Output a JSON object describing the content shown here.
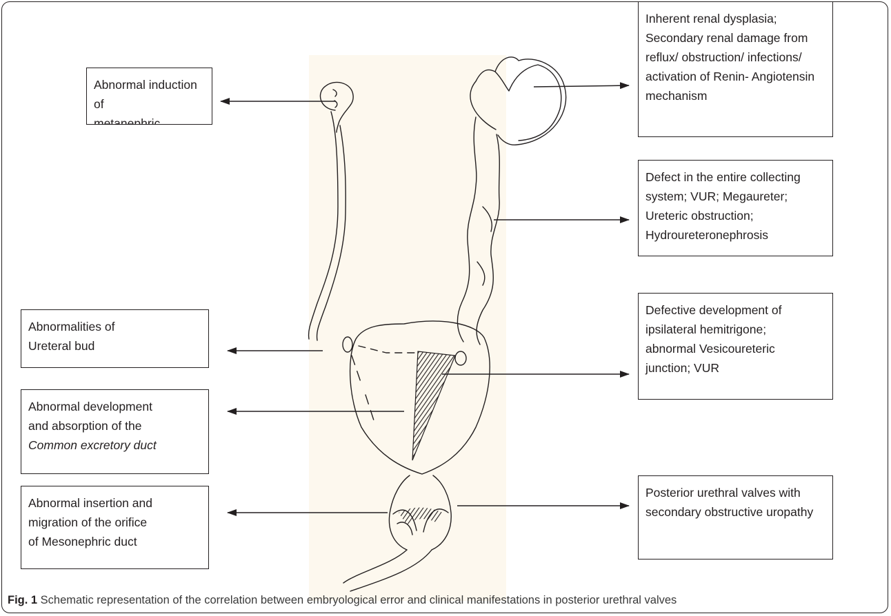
{
  "figure": {
    "annotations": {
      "metanephric": "Abnormal induction of\nmetanephric blastema",
      "ureteral_bud": "Abnormalities of\nUreteral bud",
      "common_duct_text": "Abnormal development\nand absorption of the\n",
      "common_duct_italic": "Common excretory duct",
      "mesonephric": "Abnormal insertion and\nmigration of the orifice\nof Mesonephric duct",
      "renal": "Inherent renal dysplasia;\nSecondary renal damage from\nreflux/ obstruction/ infections/\nactivation of Renin- Angiotensin\nmechanism",
      "collecting": "Defect in the entire collecting\nsystem; VUR;  Megaureter;\nUreteric obstruction;\nHydroureteronephrosis",
      "trigone": "Defective development of\nipsilateral hemitrigone;\nabnormal Vesicoureteric\njunction; VUR",
      "valves": "Posterior urethral valves with\nsecondary obstructive uropathy"
    },
    "caption": {
      "label": "Fig. 1",
      "text": " Schematic representation of the correlation between embryological error and clinical manifestations in posterior urethral valves"
    },
    "colors": {
      "ink": "#231f20",
      "background": "#fdf8ee"
    }
  }
}
